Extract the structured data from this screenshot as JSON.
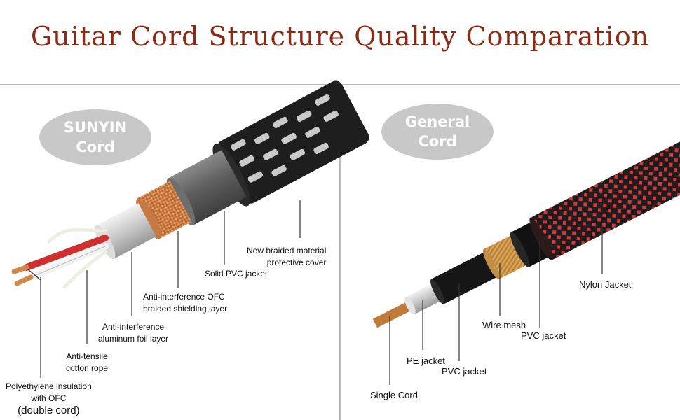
{
  "title": "Guitar Cord Structure Quality Comparation",
  "left_panel": {
    "badge_line1": "SUNYIN",
    "badge_line2": "Cord",
    "labels": {
      "braided_cover_1": "New braided material",
      "braided_cover_2": "protective cover",
      "pvc_jacket": "Solid PVC jacket",
      "ofc_shield_1": "Anti-interference OFC",
      "ofc_shield_2": "braided shielding layer",
      "foil_1": "Anti-interference",
      "foil_2": "aluminum foil layer",
      "cotton_1": "Anti-tensile",
      "cotton_2": "cotton rope",
      "insulation_1": "Polyethylene insulation",
      "insulation_2": "with OFC",
      "insulation_3": "(double cord)"
    }
  },
  "right_panel": {
    "badge_line1": "General",
    "badge_line2": "Cord",
    "labels": {
      "nylon_jacket": "Nylon Jacket",
      "wire_mesh": "Wire mesh",
      "pvc_jacket_outer": "PVC jacket",
      "pe_jacket": "PE jacket",
      "pvc_jacket_inner": "PVC jacket",
      "single_cord": "Single Cord"
    }
  },
  "colors": {
    "title": "#8b2b14",
    "badge_bg": "#c8c8c8",
    "copper": "#c87f4a",
    "braid_red": "#d8343a"
  }
}
